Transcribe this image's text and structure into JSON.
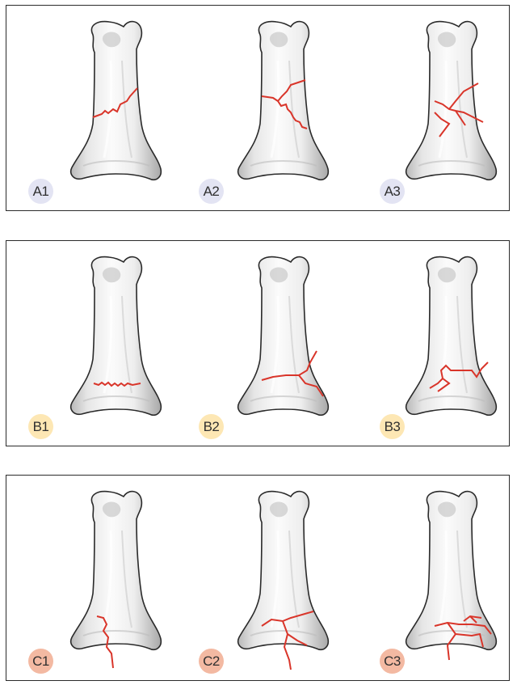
{
  "colors": {
    "group_a_badge": "#e3e4f3",
    "group_b_badge": "#fde7b4",
    "group_c_badge": "#f3b9a2",
    "fracture_line": "#d9352a",
    "panel_border": "#2b2b2b"
  },
  "groups": [
    {
      "id": "A",
      "labels": [
        "A1",
        "A2",
        "A3"
      ]
    },
    {
      "id": "B",
      "labels": [
        "B1",
        "B2",
        "B3"
      ]
    },
    {
      "id": "C",
      "labels": [
        "C1",
        "C2",
        "C3"
      ]
    }
  ]
}
